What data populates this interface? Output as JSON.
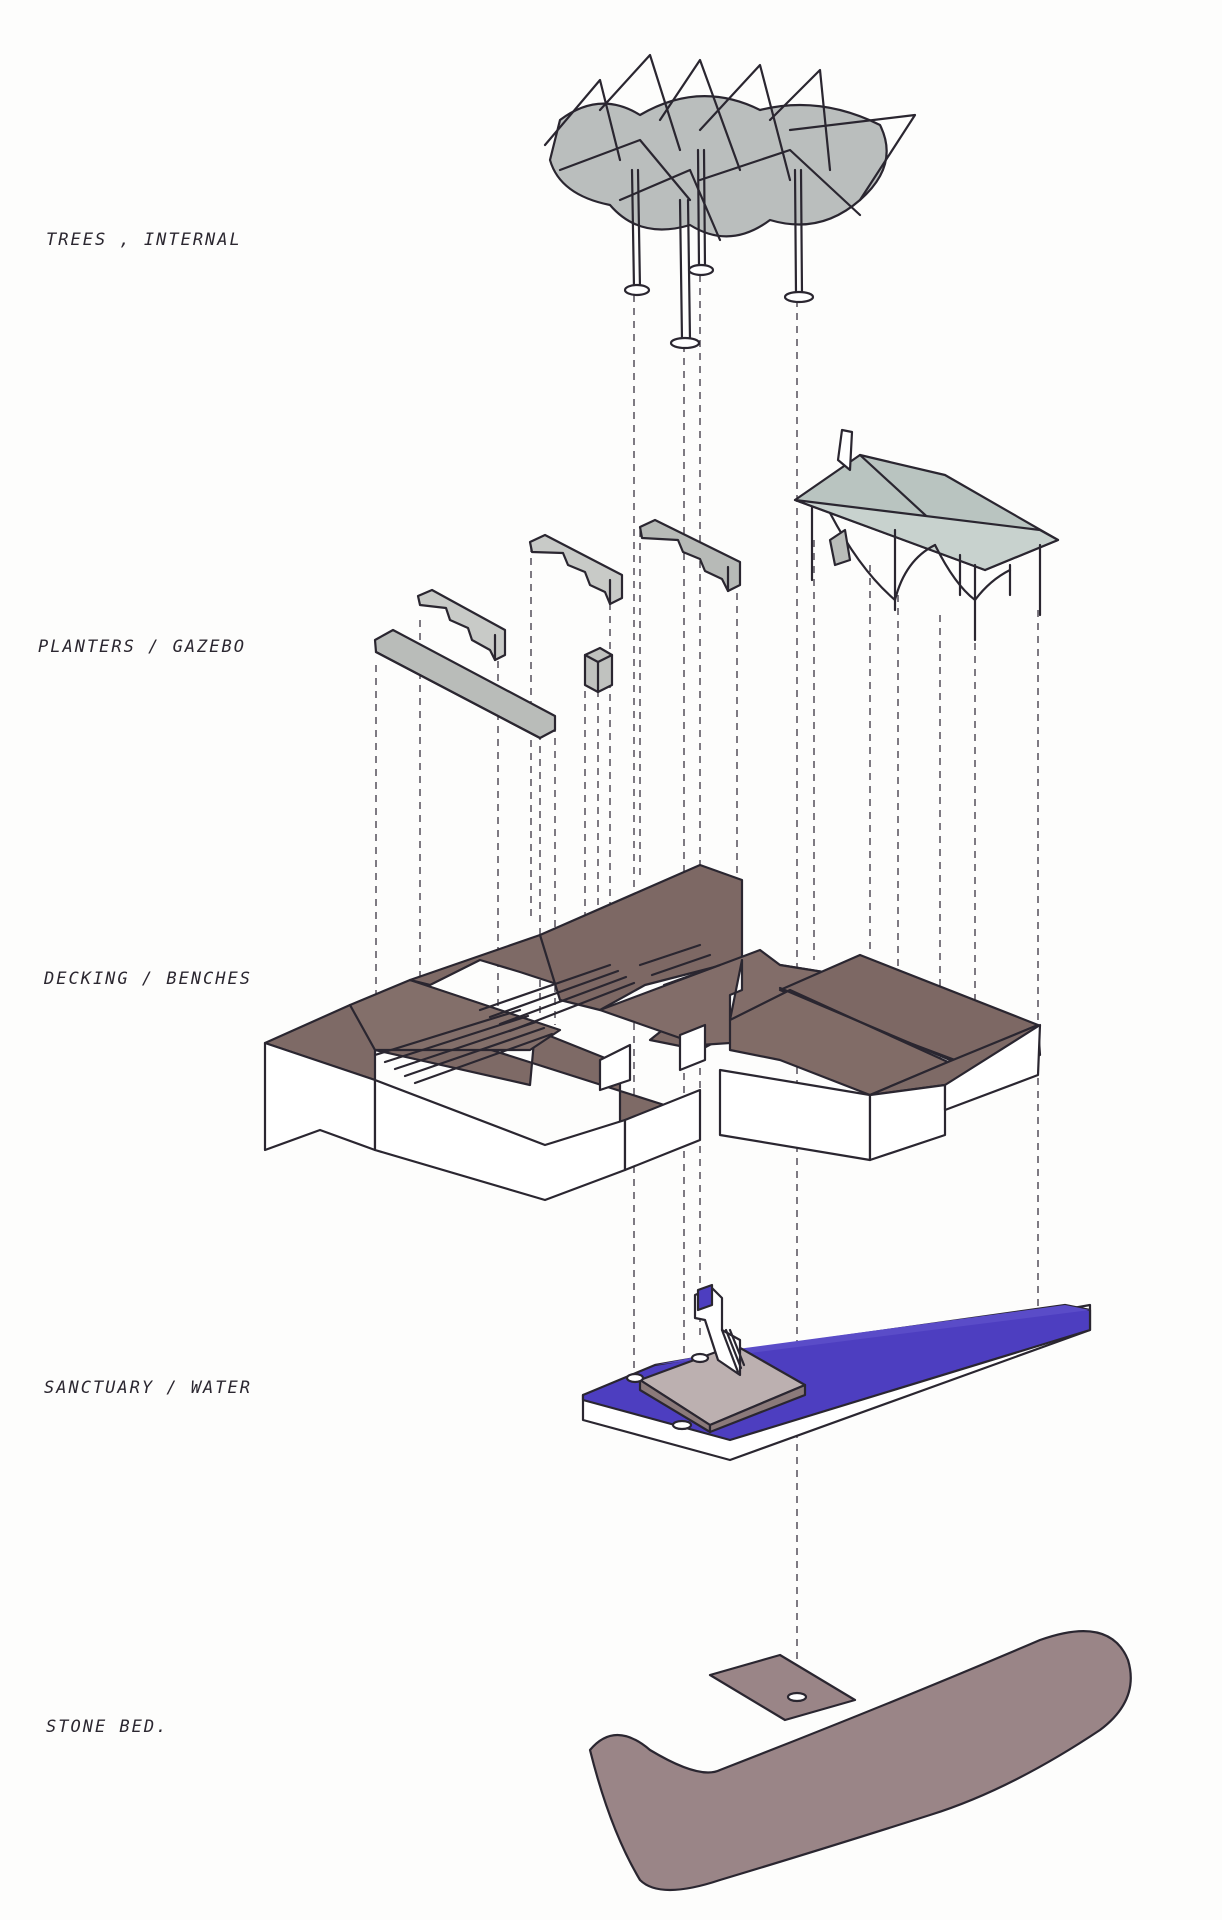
{
  "labels": {
    "trees": "TREES , INTERNAL",
    "planters": "PLANTERS / GAZEBO",
    "decking": "DECKING / BENCHES",
    "water": "SANCTUARY / WATER",
    "stone": "STONE BED."
  },
  "colors": {
    "ink": "#2a2630",
    "deck": "#7e6a66",
    "canopy": "#9aa0a0",
    "roof": "#b9c4c0",
    "planter": "#b9bcb9",
    "water": "#4d3ec0",
    "stone": "#9a8587",
    "paper": "#fdfdfc"
  }
}
